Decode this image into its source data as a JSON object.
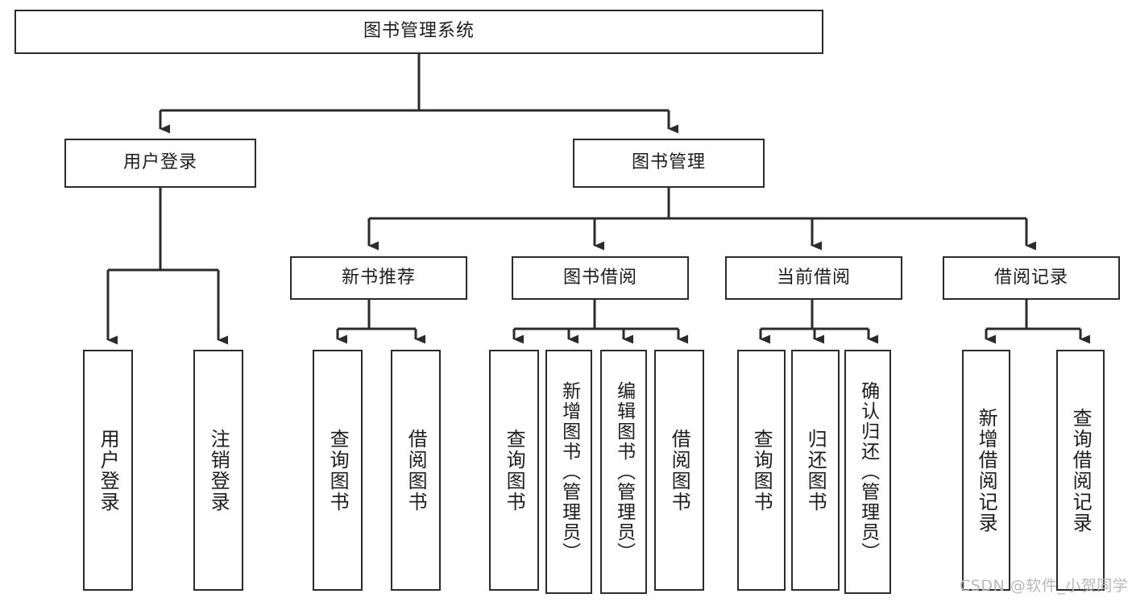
{
  "diagram": {
    "type": "hierarchy-tree",
    "title": "图书管理系统",
    "watermark": "CSDN @软件_小贺同学",
    "style": {
      "box_border_color": "#2b2b2b",
      "box_fill_color": "#ffffff",
      "connector_color": "#2b2b2b",
      "text_color": "#1c1c1c",
      "background_color": "#ffffff",
      "watermark_color": "#b8b8b8"
    },
    "levels": [
      {
        "level": 1,
        "nodes": [
          {
            "id": "root",
            "label": "图书管理系统",
            "orientation": "horizontal"
          }
        ]
      },
      {
        "level": 2,
        "nodes": [
          {
            "id": "user-login",
            "label": "用户登录",
            "orientation": "horizontal",
            "parent": "root"
          },
          {
            "id": "book-manage",
            "label": "图书管理",
            "orientation": "horizontal",
            "parent": "root"
          }
        ]
      },
      {
        "level": 3,
        "nodes": [
          {
            "id": "new-book-rec",
            "label": "新书推荐",
            "orientation": "horizontal",
            "parent": "book-manage"
          },
          {
            "id": "book-borrow",
            "label": "图书借阅",
            "orientation": "horizontal",
            "parent": "book-manage"
          },
          {
            "id": "current-borrow",
            "label": "当前借阅",
            "orientation": "horizontal",
            "parent": "book-manage"
          },
          {
            "id": "borrow-record",
            "label": "借阅记录",
            "orientation": "horizontal",
            "parent": "book-manage"
          }
        ]
      },
      {
        "level": 4,
        "nodes": [
          {
            "id": "leaf-user-login",
            "label": "用户登录",
            "orientation": "vertical",
            "parent": "user-login"
          },
          {
            "id": "leaf-logout",
            "label": "注销登录",
            "orientation": "vertical",
            "parent": "user-login"
          },
          {
            "id": "leaf-query-book-1",
            "label": "查询图书",
            "orientation": "vertical",
            "parent": "new-book-rec"
          },
          {
            "id": "leaf-borrow-book-1",
            "label": "借阅图书",
            "orientation": "vertical",
            "parent": "new-book-rec"
          },
          {
            "id": "leaf-query-book-2",
            "label": "查询图书",
            "orientation": "vertical",
            "parent": "book-borrow"
          },
          {
            "id": "leaf-add-book",
            "label": "新增图书（管理员）",
            "orientation": "vertical",
            "parent": "book-borrow"
          },
          {
            "id": "leaf-edit-book",
            "label": "编辑图书（管理员）",
            "orientation": "vertical",
            "parent": "book-borrow"
          },
          {
            "id": "leaf-borrow-book-2",
            "label": "借阅图书",
            "orientation": "vertical",
            "parent": "book-borrow"
          },
          {
            "id": "leaf-query-book-3",
            "label": "查询图书",
            "orientation": "vertical",
            "parent": "current-borrow"
          },
          {
            "id": "leaf-return-book",
            "label": "归还图书",
            "orientation": "vertical",
            "parent": "current-borrow"
          },
          {
            "id": "leaf-confirm-return",
            "label": "确认归还（管理员）",
            "orientation": "vertical",
            "parent": "current-borrow"
          },
          {
            "id": "leaf-add-record",
            "label": "新增借阅记录",
            "orientation": "vertical",
            "parent": "borrow-record"
          },
          {
            "id": "leaf-query-record",
            "label": "查询借阅记录",
            "orientation": "vertical",
            "parent": "borrow-record"
          }
        ]
      }
    ]
  }
}
